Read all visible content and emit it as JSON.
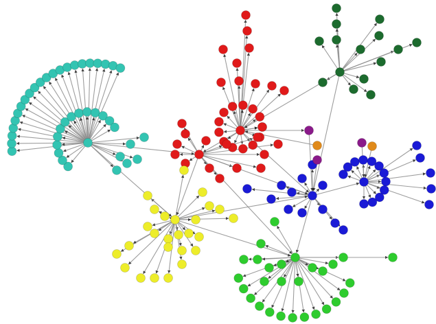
{
  "graph": {
    "type": "network",
    "labels": "none",
    "directed": true,
    "colors": {
      "edge": "#8c8c8c",
      "teal": "#33c4b2",
      "red": "#e01a1a",
      "dark_green": "#1c6b2e",
      "yellow": "#eded2a",
      "blue": "#1a1ad6",
      "green": "#2ecc2e",
      "purple": "#8a1a8a",
      "orange": "#e08a1a"
    },
    "clusters": [
      {
        "name": "teal",
        "color_key": "teal"
      },
      {
        "name": "red",
        "color_key": "red"
      },
      {
        "name": "dark-green",
        "color_key": "dark_green"
      },
      {
        "name": "yellow",
        "color_key": "yellow"
      },
      {
        "name": "blue",
        "color_key": "blue"
      },
      {
        "name": "green",
        "color_key": "green"
      },
      {
        "name": "purple",
        "color_key": "purple"
      },
      {
        "name": "orange",
        "color_key": "orange"
      }
    ]
  }
}
